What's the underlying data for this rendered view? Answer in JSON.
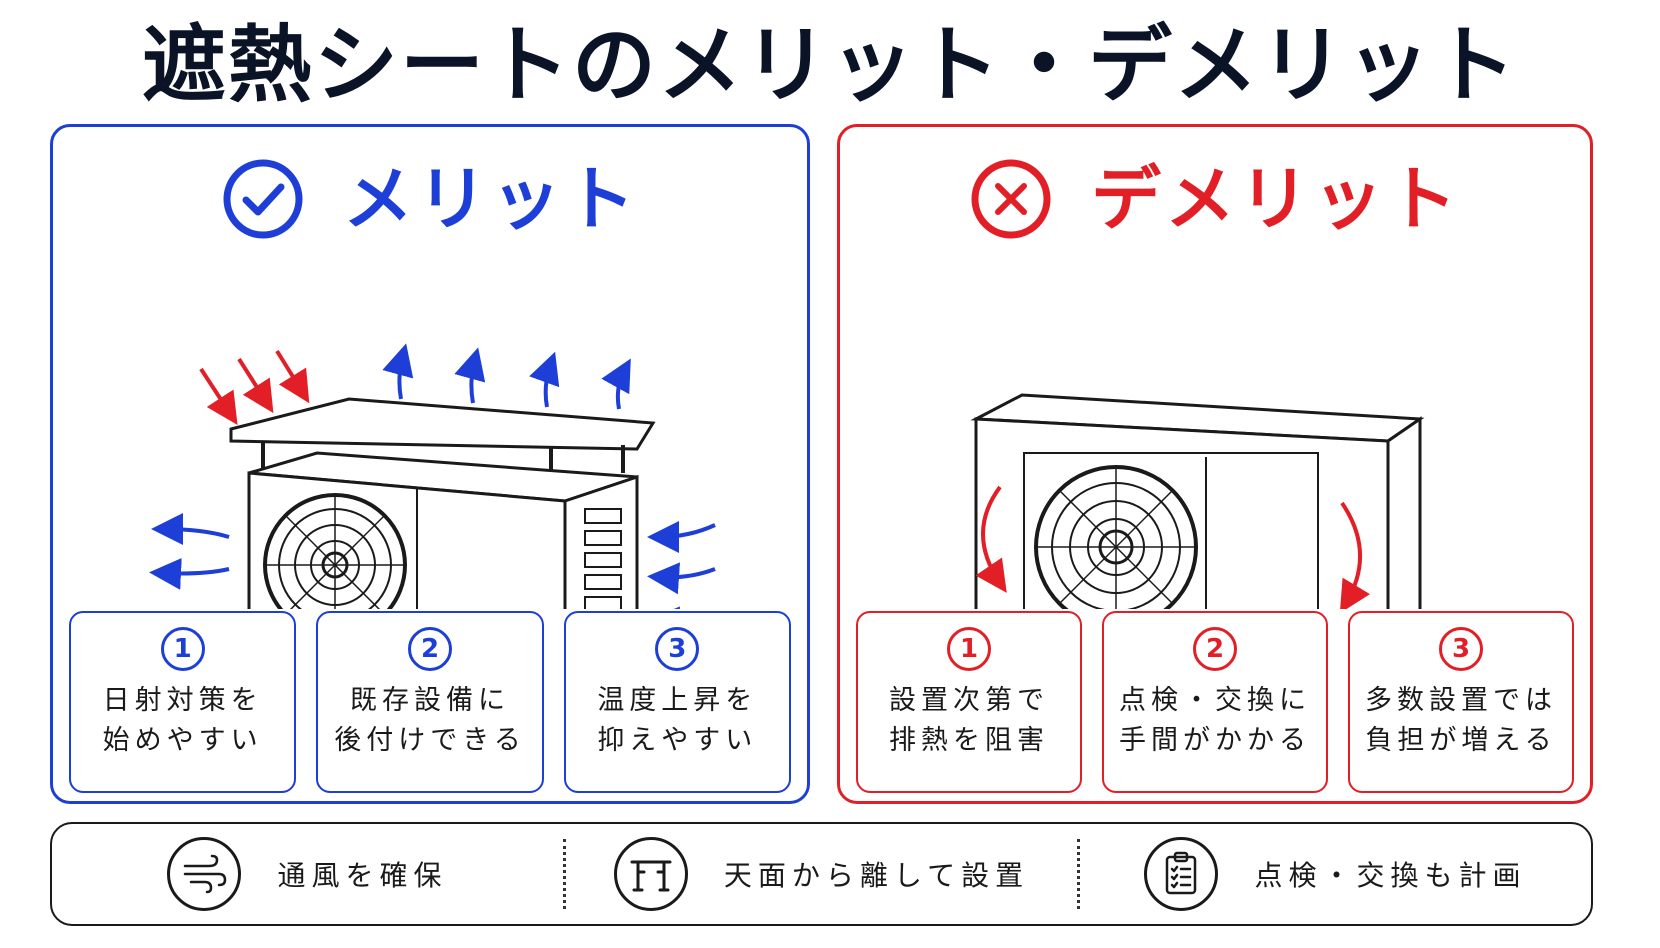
{
  "title": "遮熱シートのメリット・デメリット",
  "colors": {
    "merit": "#1d3fd8",
    "demerit": "#e21f26",
    "text": "#111827"
  },
  "merit": {
    "label": "メリット",
    "icon": "check-circle-icon",
    "points": [
      {
        "num": "1",
        "text": "日射対策を\n始めやすい"
      },
      {
        "num": "2",
        "text": "既存設備に\n後付けできる"
      },
      {
        "num": "3",
        "text": "温度上昇を\n抑えやすい"
      }
    ]
  },
  "demerit": {
    "label": "デメリット",
    "icon": "x-circle-icon",
    "points": [
      {
        "num": "1",
        "text": "設置次第で\n排熱を阻害"
      },
      {
        "num": "2",
        "text": "点検・交換に\n手間がかかる"
      },
      {
        "num": "3",
        "text": "多数設置では\n負担が増える"
      }
    ]
  },
  "tips": [
    {
      "icon": "airflow-icon",
      "label": "通風を確保"
    },
    {
      "icon": "stand-icon",
      "label": "天面から離して設置"
    },
    {
      "icon": "clipboard-icon",
      "label": "点検・交換も計画"
    }
  ]
}
